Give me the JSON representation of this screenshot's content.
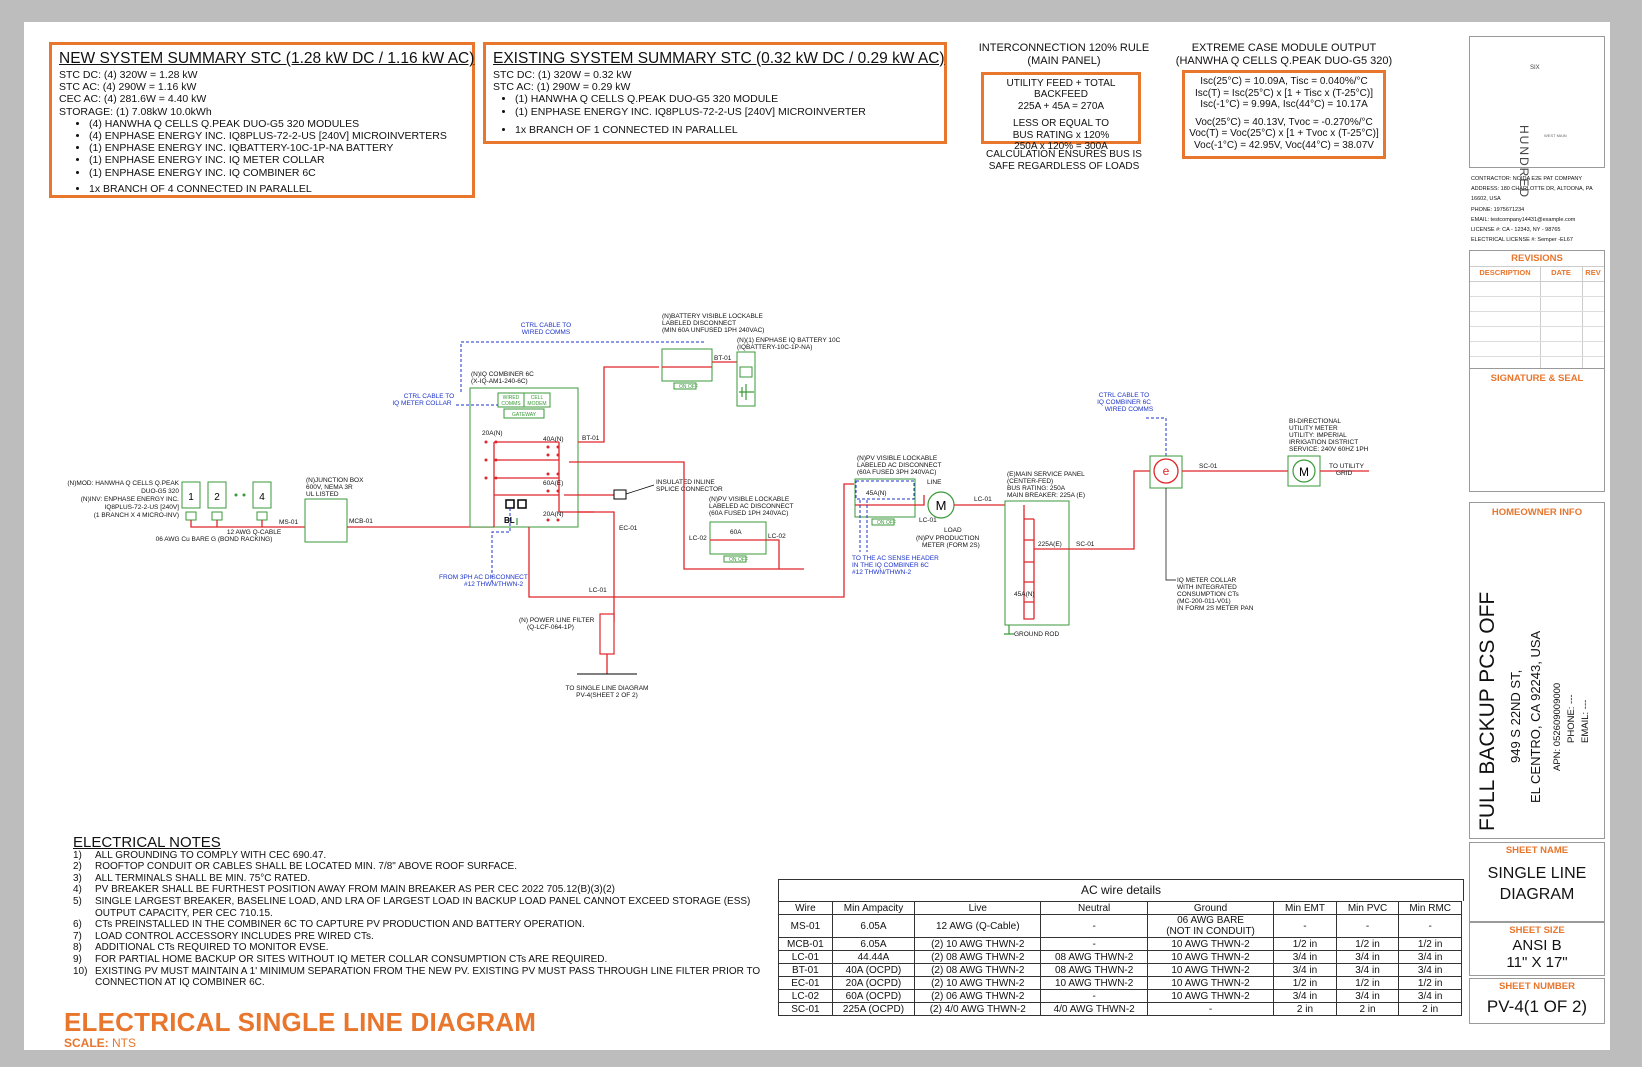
{
  "new_summary": {
    "title": "NEW SYSTEM SUMMARY STC (1.28 kW DC / 1.16 kW AC)",
    "lines": [
      "STC DC: (4) 320W = 1.28 kW",
      "STC AC: (4) 290W = 1.16 kW",
      "CEC AC: (4) 281.6W = 4.40 kW",
      "STORAGE: (1) 7.08kW 10.0kWh"
    ],
    "bullets": [
      "(4) HANWHA Q CELLS Q.PEAK DUO-G5 320 MODULES",
      "(4) ENPHASE ENERGY INC. IQ8PLUS-72-2-US [240V] MICROINVERTERS",
      "(1) ENPHASE ENERGY INC. IQBATTERY-10C-1P-NA BATTERY",
      "(1) ENPHASE ENERGY INC. IQ METER COLLAR",
      "(1) ENPHASE ENERGY INC. IQ COMBINER 6C"
    ],
    "branch": "1x BRANCH OF 4 CONNECTED IN PARALLEL"
  },
  "existing_summary": {
    "title": "EXISTING SYSTEM SUMMARY STC (0.32 kW DC / 0.29 kW AC)",
    "lines": [
      "STC DC: (1) 320W = 0.32 kW",
      "STC AC: (1) 290W = 0.29 kW"
    ],
    "bullets": [
      "(1) HANWHA Q CELLS Q.PEAK DUO-G5 320 MODULE",
      "(1) ENPHASE ENERGY INC. IQ8PLUS-72-2-US [240V] MICROINVERTER"
    ],
    "branch": "1x BRANCH OF 1 CONNECTED IN PARALLEL"
  },
  "interconnection": {
    "title1": "INTERCONNECTION 120% RULE",
    "title2": "(MAIN PANEL)",
    "box": [
      "UTILITY FEED + TOTAL BACKFEED",
      "225A + 45A = 270A",
      "LESS OR EQUAL TO",
      "BUS RATING x 120%",
      "250A x 120% = 300A"
    ],
    "footer": [
      "CALCULATION ENSURES BUS IS",
      "SAFE REGARDLESS OF LOADS"
    ]
  },
  "extreme": {
    "title1": "EXTREME CASE MODULE OUTPUT",
    "title2": "(HANWHA Q CELLS Q.PEAK DUO-G5 320)",
    "box": [
      "Isc(25°C) = 10.09A, Tisc = 0.040%/°C",
      "Isc(T) = Isc(25°C) x [1 + Tisc x (T-25°C)]",
      "Isc(-1°C) = 9.99A, Isc(44°C) = 10.17A",
      "Voc(25°C) = 40.13V, Tvoc = -0.270%/°C",
      "Voc(T) = Voc(25°C) x [1 + Tvoc x (T-25°C)]",
      "Voc(-1°C) = 42.95V, Voc(44°C) = 38.07V"
    ]
  },
  "diagram": {
    "pv_label": [
      "(N)MOD: HANWHA Q CELLS Q.PEAK",
      "DUO-G5 320",
      "(N)INV: ENPHASE ENERGY INC.",
      "IQ8PLUS-72-2-US [240V]",
      "(1 BRANCH X 4 MICRO-INV)"
    ],
    "modules": [
      "1",
      "2",
      "4"
    ],
    "ms01": "MS-01",
    "qcable": [
      "12 AWG Q-CABLE",
      "06 AWG Cu BARE G (BOND RACKING)"
    ],
    "jbox": [
      "(N)JUNCTION BOX",
      "600V, NEMA 3R",
      "UL LISTED"
    ],
    "mcb01": "MCB-01",
    "combiner": [
      "(N)IQ COMBINER 6C",
      "(X-IQ-AM1-240-6C)"
    ],
    "wired_comms": [
      "WIRED",
      "COMMS"
    ],
    "cell_modem": [
      "CELL",
      "MODEM"
    ],
    "gateway": "GATEWAY",
    "ctrl_collar": [
      "CTRL CABLE TO",
      "IQ METER COLLAR"
    ],
    "ctrl_wired": [
      "CTRL CABLE TO",
      "WIRED COMMS"
    ],
    "batt_disc": [
      "(N)BATTERY VISIBLE LOCKABLE",
      "LABELED DISCONNECT",
      "(MIN 60A UNFUSED 1PH 240VAC)"
    ],
    "battery": [
      "(N)(1) ENPHASE IQ BATTERY 10C",
      "(IQBATTERY-10C-1P-NA)"
    ],
    "bt01": "BT-01",
    "on_off": [
      "ON",
      "OFF"
    ],
    "breakers": {
      "b20a": "20A(N)",
      "b40a": "40A(N)",
      "b60a": "60A(E)",
      "b20a2": "20A(N)"
    },
    "bl": "BL",
    "splice": [
      "INSULATED INLINE",
      "SPLICE CONNECTOR"
    ],
    "ec01": "EC-01",
    "lc02": "LC-02",
    "lc01": "LC-01",
    "sc01": "SC-01",
    "pv_ac_disc": [
      "(N)PV VISIBLE LOCKABLE",
      "LABELED AC DISCONNECT",
      "(60A FUSED 1PH 240VAC)"
    ],
    "ac_disc_60a": "60A",
    "from_3ph": [
      "FROM 3PH AC DISCONNECT",
      "#12 THWN/THWN-2"
    ],
    "power_filter": [
      "(N) POWER LINE FILTER",
      "(Q-LCF-064-1P)"
    ],
    "to_sld": [
      "TO SINGLE LINE DIAGRAM",
      "PV-4(SHEET 2 OF 2)"
    ],
    "pv_ac_disc2": [
      "(N)PV VISIBLE LOCKABLE",
      "LABELED AC DISCONNECT",
      "(60A FUSED 3PH 240VAC)"
    ],
    "fuse_45a": "45A(N)",
    "sense_header": [
      "TO THE AC SENSE HEADER",
      "IN THE IQ COMBINER 6C",
      "#12 THWN/THWN-2"
    ],
    "line": "LINE",
    "load": "LOAD",
    "m_letter": "M",
    "e_letter": "e",
    "prod_meter": [
      "(N)PV PRODUCTION",
      "METER (FORM 2S)"
    ],
    "msp": [
      "(E)MAIN SERVICE PANEL",
      "(CENTER-FED)",
      "BUS RATING: 250A",
      "MAIN BREAKER: 225A (E)"
    ],
    "b225a": "225A(E)",
    "b45a": "45A(N)",
    "ground_rod": "GROUND ROD",
    "ctrl_combiner": [
      "CTRL CABLE TO",
      "IQ COMBINER 6C",
      "WIRED COMMS"
    ],
    "meter_collar": [
      "IQ METER COLLAR",
      "WITH INTEGRATED",
      "CONSUMPTION CTs",
      "(MC-200-011-V01)",
      "IN FORM 2S METER PAN"
    ],
    "utility_meter": [
      "BI-DIRECTIONAL",
      "UTILITY METER",
      "UTILITY: IMPERIAL",
      "IRRIGATION DISTRICT",
      "SERVICE: 240V 60HZ 1PH"
    ],
    "to_grid": [
      "TO UTILITY",
      "GRID"
    ]
  },
  "notes": {
    "title": "ELECTRICAL NOTES",
    "items": [
      [
        "1)",
        "ALL GROUNDING TO COMPLY WITH CEC 690.47."
      ],
      [
        "2)",
        "ROOFTOP CONDUIT OR CABLES SHALL BE LOCATED MIN. 7/8\" ABOVE ROOF SURFACE."
      ],
      [
        "3)",
        "ALL TERMINALS SHALL BE MIN. 75°C RATED."
      ],
      [
        "4)",
        "PV BREAKER SHALL BE FURTHEST POSITION AWAY FROM MAIN BREAKER AS PER CEC 2022 705.12(B)(3)(2)"
      ],
      [
        "5)",
        "SINGLE LARGEST BREAKER, BASELINE LOAD, AND LRA OF LARGEST LOAD IN BACKUP LOAD PANEL CANNOT EXCEED STORAGE (ESS) OUTPUT CAPACITY, PER CEC 710.15."
      ],
      [
        "6)",
        "CTs PREINSTALLED IN THE COMBINER 6C TO CAPTURE PV PRODUCTION AND BATTERY OPERATION."
      ],
      [
        "7)",
        "LOAD CONTROL ACCESSORY INCLUDES PRE WIRED CTs."
      ],
      [
        "8)",
        "ADDITIONAL CTs REQUIRED TO MONITOR EVSE."
      ],
      [
        "9)",
        "FOR PARTIAL HOME BACKUP OR SITES WITHOUT IQ METER COLLAR CONSUMPTION CTs ARE REQUIRED."
      ],
      [
        "10)",
        "EXISTING PV MUST MAINTAIN A 1' MINIMUM SEPARATION  FROM THE NEW PV. EXISTING PV MUST PASS THROUGH LINE FILTER PRIOR TO CONNECTION AT IQ COMBINER 6C."
      ]
    ]
  },
  "page_title": "ELECTRICAL SINGLE LINE DIAGRAM",
  "scale_label": "SCALE:",
  "scale_value": "NTS",
  "wire_table": {
    "caption": "AC wire details",
    "headers": [
      "Wire",
      "Min Ampacity",
      "Live",
      "Neutral",
      "Ground",
      "Min EMT",
      "Min PVC",
      "Min RMC"
    ],
    "rows": [
      [
        "MS-01",
        "6.05A",
        "12 AWG (Q-Cable)",
        "-",
        "06 AWG BARE\n(NOT IN CONDUIT)",
        "-",
        "-",
        "-"
      ],
      [
        "MCB-01",
        "6.05A",
        "(2) 10 AWG THWN-2",
        "-",
        "10 AWG THWN-2",
        "1/2 in",
        "1/2 in",
        "1/2 in"
      ],
      [
        "LC-01",
        "44.44A",
        "(2) 08 AWG THWN-2",
        "08 AWG THWN-2",
        "10 AWG THWN-2",
        "3/4 in",
        "3/4 in",
        "3/4 in"
      ],
      [
        "BT-01",
        "40A (OCPD)",
        "(2) 08 AWG THWN-2",
        "08 AWG THWN-2",
        "10 AWG THWN-2",
        "3/4 in",
        "3/4 in",
        "3/4 in"
      ],
      [
        "EC-01",
        "20A (OCPD)",
        "(2) 10 AWG THWN-2",
        "10 AWG THWN-2",
        "10 AWG THWN-2",
        "1/2 in",
        "1/2 in",
        "1/2 in"
      ],
      [
        "LC-02",
        "60A (OCPD)",
        "(2) 06 AWG THWN-2",
        "-",
        "10 AWG THWN-2",
        "3/4 in",
        "3/4 in",
        "3/4 in"
      ],
      [
        "SC-01",
        "225A (OCPD)",
        "(2) 4/0 AWG THWN-2",
        "4/0 AWG THWN-2",
        "-",
        "2 in",
        "2 in",
        "2 in"
      ]
    ]
  },
  "title_block": {
    "logo_top": "SIX",
    "logo_main": "HUNDRED",
    "logo_sub": "WEST MAIN",
    "contractor": [
      "CONTRACTOR: NOIDA E2E PAT COMPANY",
      "ADDRESS: 180 CHARLOTTE DR, ALTOONA, PA",
      "16602, USA",
      "PHONE: 1975671234",
      "EMAIL: testcompany14431@example.com",
      "LICENSE #: CA - 12343, NY - 98765",
      "ELECTRICAL LICENSE #: Semper -EL67"
    ],
    "revisions": "REVISIONS",
    "rev_headers": [
      "DESCRIPTION",
      "DATE",
      "REV"
    ],
    "signature": "SIGNATURE & SEAL",
    "homeowner": "HOMEOWNER INFO",
    "project": "FULL BACKUP PCS OFF",
    "address1": "949 S 22ND ST,",
    "address2": "EL CENTRO, CA 92243, USA",
    "apn": "APN: 052609009000",
    "phone": "PHONE: ---",
    "email": "EMAIL: ---",
    "sheet_name_label": "SHEET NAME",
    "sheet_name": [
      "SINGLE LINE",
      "DIAGRAM"
    ],
    "sheet_size_label": "SHEET SIZE",
    "sheet_size": [
      "ANSI B",
      "11\" X 17\""
    ],
    "sheet_number_label": "SHEET NUMBER",
    "sheet_number": "PV-4(1 OF 2)"
  },
  "colors": {
    "accent": "#e8762d",
    "wire": "#e0262a",
    "equipment": "#3a9a3a",
    "comms": "#1b33c9"
  }
}
